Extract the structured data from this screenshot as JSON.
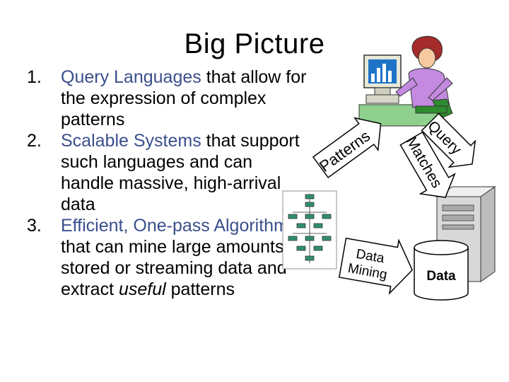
{
  "slide": {
    "title": "Big Picture",
    "points": [
      {
        "number": "1.",
        "highlight": "Query Languages",
        "rest": " that allow for the expression of complex patterns"
      },
      {
        "number": "2.",
        "highlight": "Scalable Systems",
        "rest": " that support such languages and can handle massive, high-arrival data"
      },
      {
        "number": "3.",
        "highlight": "Efficient, One-pass Algorithms",
        "rest": " that can mine large amounts of stored or streaming data and extract ",
        "emphasis": "useful",
        "tail": " patterns"
      }
    ]
  },
  "diagram": {
    "patterns_label": "Patterns",
    "query_label": "Query",
    "matches_label": "Matches",
    "mining_label_line1": "Data",
    "mining_label_line2": "Mining",
    "database_label": "Data"
  },
  "colors": {
    "highlight_text": "#3a4f8c",
    "arrow_fill": "#ffffff",
    "arrow_stroke": "#000000",
    "monitor_screen": "#1e73c8",
    "shirt": "#c38ae0",
    "hair": "#a52a2a",
    "desk": "#8fd08f",
    "chair": "#2e8b2e",
    "tower": "#d8d8d8",
    "chart_blocks": "#2f8f6f"
  },
  "icons": [
    "user-at-computer-icon",
    "server-tower-icon",
    "flowchart-icon",
    "database-cylinder-icon"
  ]
}
